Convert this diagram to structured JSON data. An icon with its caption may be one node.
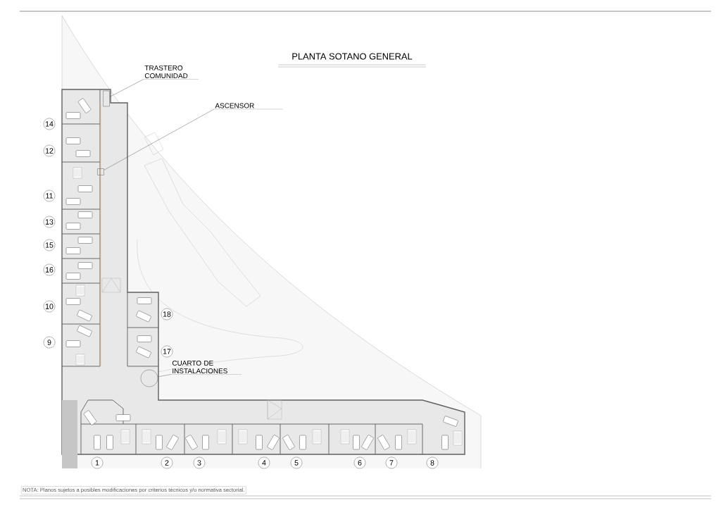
{
  "diagram": {
    "title": "PLANTA SOTANO GENERAL",
    "nodes": [
      {
        "text": [
          "TRASTERO COMUNIDAD"
        ]
      },
      {
        "text": [],
        "shape": "box"
      },
      {
        "text": [
          "ASCENSOR"
        ]
      },
      {
        "text": [],
        "shape": "box"
      },
      {
        "text": [
          "CUARTO DE INSTALACIONES"
        ]
      },
      {
        "text": [],
        "shape": "circle"
      }
    ],
    "edges": [
      {
        "from": 0,
        "to": 1,
        "arrow": "none"
      },
      {
        "from": 2,
        "to": 3,
        "arrow": "none"
      },
      {
        "from": 4,
        "to": 5,
        "arrow": "none"
      }
    ],
    "labels": [
      "14",
      "12",
      "11",
      "13",
      "15",
      "16",
      "10",
      "18",
      "9",
      "17",
      "1",
      "2",
      "3",
      "4",
      "5",
      "6",
      "7",
      "8",
      "NOTA: Planos sujetos a posibles modificaciones por criterios técnicos y/o normativa sectorial."
    ]
  }
}
